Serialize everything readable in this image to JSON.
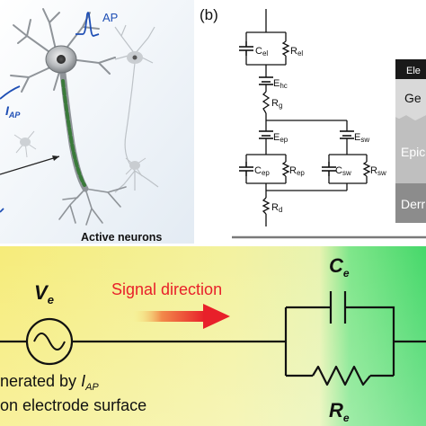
{
  "panel_a": {
    "ap_label": "AP",
    "iap_main": "I",
    "iap_sub": "AP",
    "caption": "Active neurons"
  },
  "panel_b": {
    "panel_label": "(b)",
    "components": {
      "c_el": {
        "main": "C",
        "sub": "el"
      },
      "r_el": {
        "main": "R",
        "sub": "el"
      },
      "e_hc": {
        "main": "E",
        "sub": "hc"
      },
      "r_g": {
        "main": "R",
        "sub": "g"
      },
      "e_ep": {
        "main": "E",
        "sub": "ep"
      },
      "e_sw": {
        "main": "E",
        "sub": "sw"
      },
      "c_ep": {
        "main": "C",
        "sub": "ep"
      },
      "r_ep": {
        "main": "R",
        "sub": "ep"
      },
      "c_sw": {
        "main": "C",
        "sub": "sw"
      },
      "r_sw": {
        "main": "R",
        "sub": "sw"
      },
      "r_d": {
        "main": "R",
        "sub": "d"
      }
    },
    "layers": {
      "electrode": "Ele",
      "gel": "Ge",
      "epidermis": "Epic",
      "dermis": "Derr"
    }
  },
  "panel_c": {
    "ve": {
      "main": "V",
      "sub": "e"
    },
    "signal_direction": "Signal direction",
    "ce": {
      "main": "C",
      "sub": "e"
    },
    "re": {
      "main": "R",
      "sub": "e"
    },
    "source_line1_text": "nerated by ",
    "source_line1_main": "I",
    "source_line1_sub": "AP",
    "source_line2": "on electrode surface"
  },
  "colors": {
    "accent_blue": "#1f4fb5",
    "signal_red": "#e8202a",
    "neuron_green": "#3a7a3a",
    "panel_a_bg": "#eef3f8",
    "panel_c_yellow": "#f7f08a",
    "panel_c_green": "#5ee07a"
  }
}
